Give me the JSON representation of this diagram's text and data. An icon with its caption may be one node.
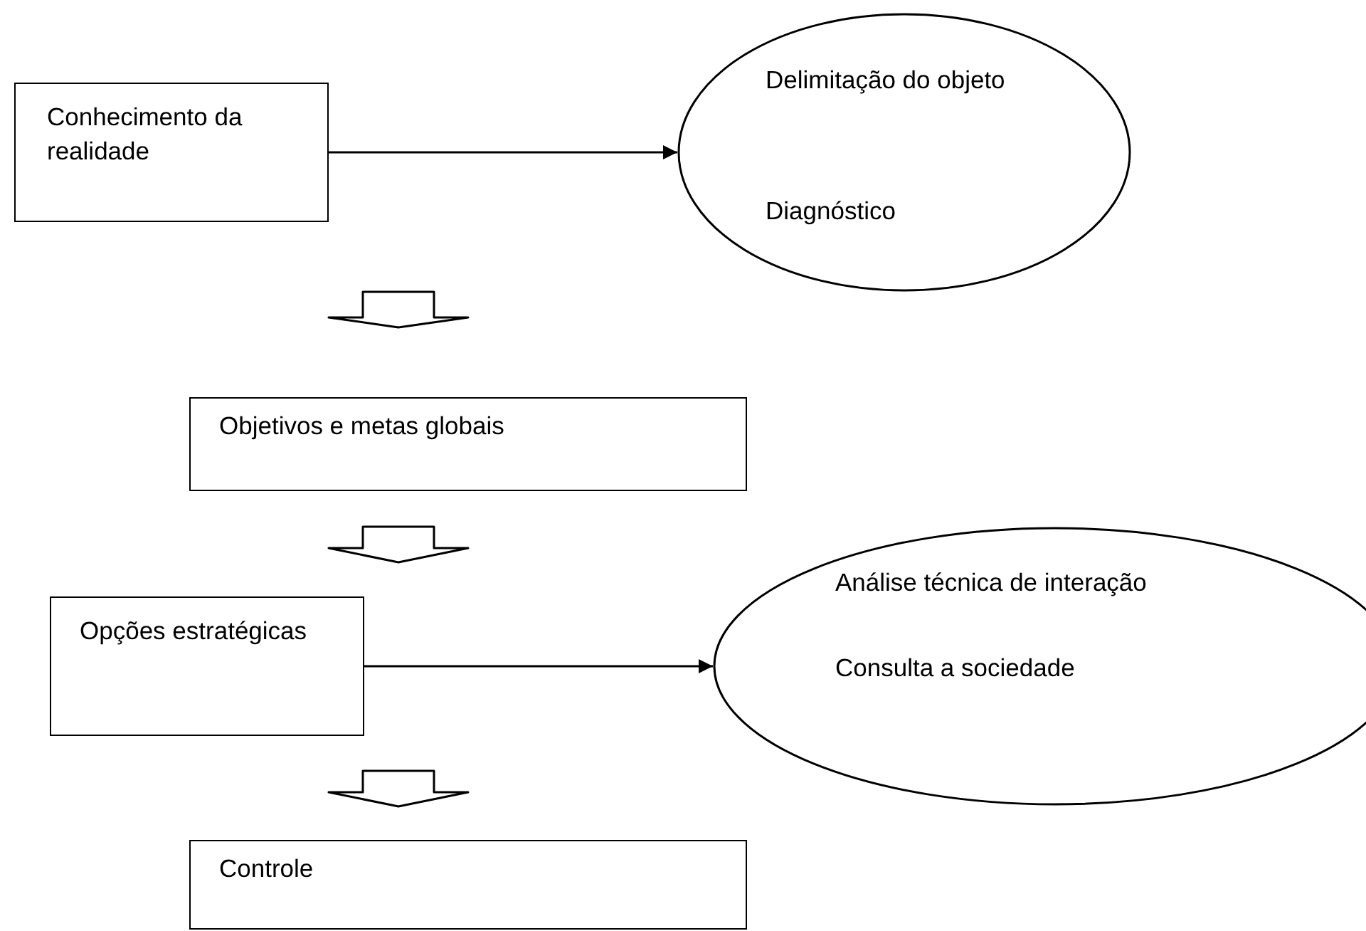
{
  "diagram": {
    "nodes": [
      {
        "text": [
          "Conhecimento da realidade"
        ]
      },
      {
        "text": [
          "Delimitação do objeto",
          "Diagnóstico"
        ]
      },
      {
        "text": [
          "Objetivos e metas globais"
        ]
      },
      {
        "text": [
          "Opções estratégicas"
        ]
      },
      {
        "text": [
          "Análise técnica de interação",
          "Consulta a sociedade"
        ]
      },
      {
        "text": [
          "Controle"
        ]
      }
    ],
    "edges": [
      {
        "from": 0,
        "to": 1,
        "arrow": "to"
      },
      {
        "from": 0,
        "to": 2,
        "arrow": "to"
      },
      {
        "from": 2,
        "to": 3,
        "arrow": "to"
      },
      {
        "from": 3,
        "to": 4,
        "arrow": "to"
      },
      {
        "from": 3,
        "to": 5,
        "arrow": "to"
      }
    ]
  }
}
